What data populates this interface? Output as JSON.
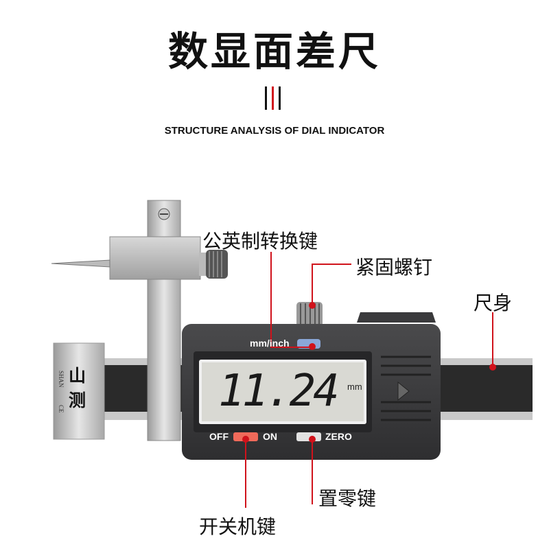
{
  "title": "数显面差尺",
  "subtitle": "STRUCTURE ANALYSIS OF DIAL INDICATOR",
  "device": {
    "unit_button_label": "mm/inch",
    "display_value": "11.24",
    "display_unit": "mm",
    "off_label": "OFF",
    "on_label": "ON",
    "zero_label": "ZERO",
    "brand_logo": "山测",
    "brand_text_1": "SHAN",
    "brand_text_2": "CE"
  },
  "callouts": {
    "unit_switch": "公英制转换键",
    "locking_screw": "紧固螺钉",
    "ruler_body": "尺身",
    "zero_key": "置零键",
    "power_key": "开关机键"
  },
  "colors": {
    "accent": "#d0121b",
    "body": "#3a3a3c",
    "lcd": "#d9d9d3"
  }
}
